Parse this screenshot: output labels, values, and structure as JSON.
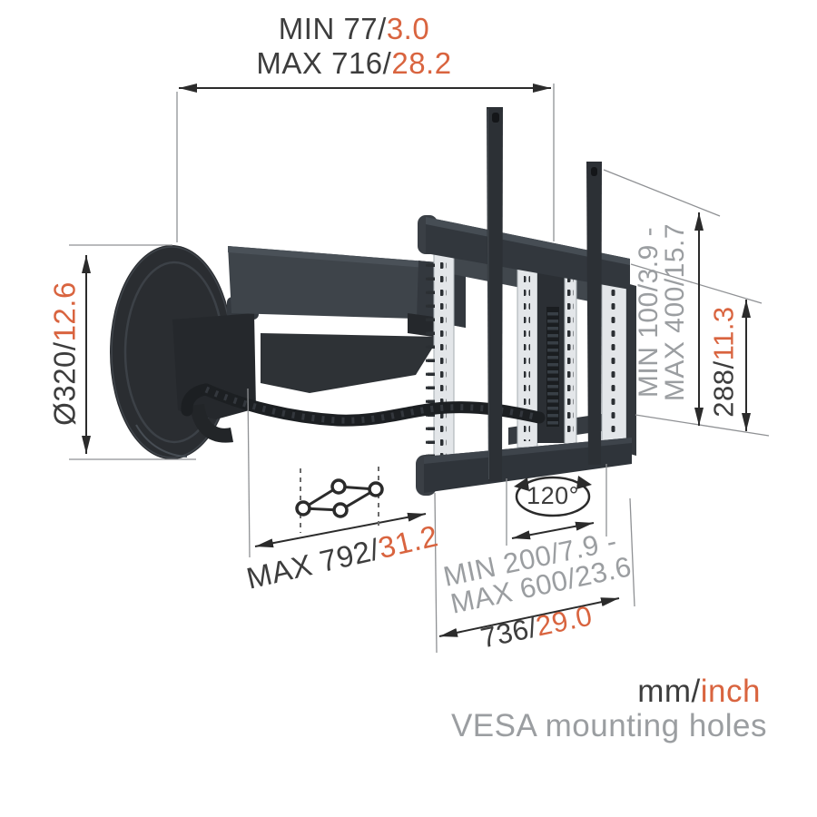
{
  "colors": {
    "accent_inch_orange": "#d9643f",
    "text_dark": "#3d3d3d",
    "text_gray": "#9b9ea1",
    "dimension_line": "#2b2b2b",
    "reference_line": "#8f9194",
    "product_dark": "#2c3035",
    "background": "#ffffff"
  },
  "labels": {
    "depth": {
      "min_mm": "MIN 77/",
      "min_inch": "3.0",
      "max_mm": "MAX 716/",
      "max_inch": "28.2"
    },
    "plate_diameter": {
      "mm": "Ø320/",
      "inch": "12.6"
    },
    "vesa_vertical": {
      "range_line1": "MIN 100/3.9 -",
      "range_line2": "MAX 400/15.7"
    },
    "bracket_height": {
      "mm": "288/",
      "inch": "11.3"
    },
    "arm_reach": {
      "mm": "MAX 792/",
      "inch": "31.2"
    },
    "swivel": {
      "angle": "120°"
    },
    "vesa_horizontal": {
      "range_line1": "MIN 200/7.9 -",
      "range_line2": "MAX 600/23.6"
    },
    "bracket_width": {
      "mm": "736/",
      "inch": "29.0"
    },
    "legend": {
      "units_mm": "mm/",
      "units_inch": "inch",
      "note": "VESA mounting holes"
    }
  }
}
